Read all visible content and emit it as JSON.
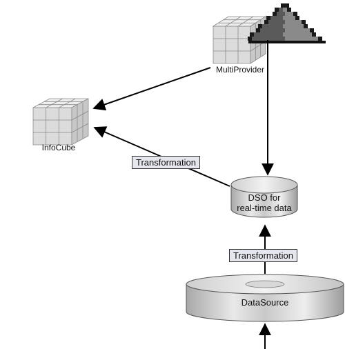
{
  "nodes": {
    "multiprovider": {
      "label": "MultiProvider"
    },
    "infocube": {
      "label": "InfoCube"
    },
    "dso": {
      "label_line1": "DSO for",
      "label_line2": "real-time data"
    },
    "datasource": {
      "label": "DataSource"
    }
  },
  "edges": {
    "dso_to_infocube": {
      "label": "Transformation"
    },
    "datasource_to_dso": {
      "label": "Transformation"
    }
  },
  "colors": {
    "line": "#000000",
    "label_box_fill": "#e6e6ee",
    "cube_fill": "#d6d6d6",
    "cylinder_shade": "#a9a9a9"
  }
}
